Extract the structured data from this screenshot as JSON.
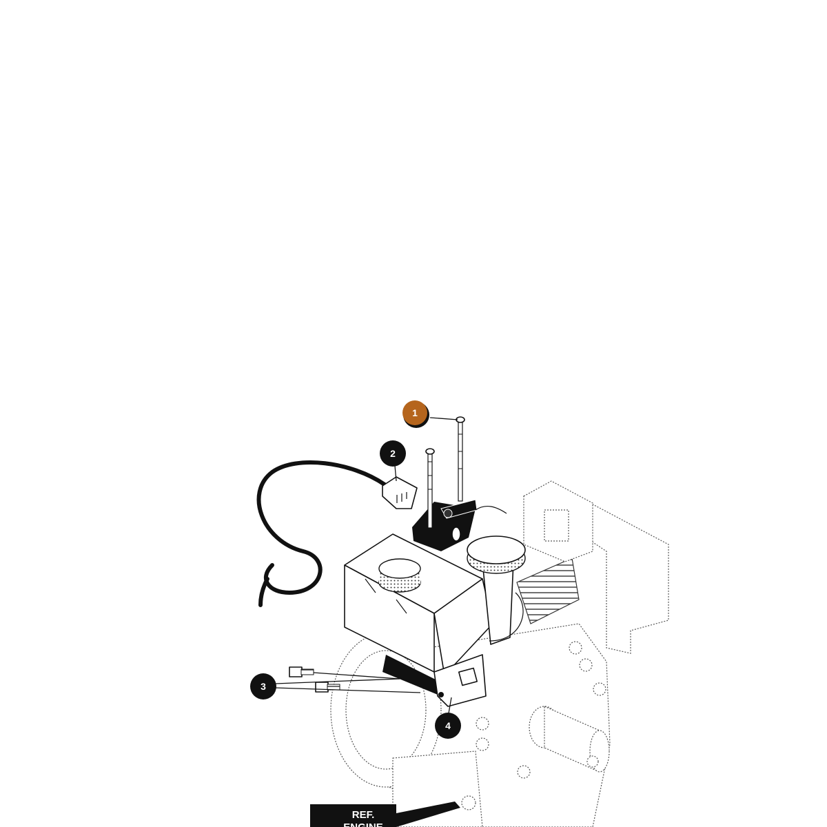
{
  "callouts": [
    {
      "label": "1",
      "highlighted": true
    },
    {
      "label": "2",
      "highlighted": false
    },
    {
      "label": "3",
      "highlighted": false
    },
    {
      "label": "4",
      "highlighted": false
    }
  ],
  "reference_tag": {
    "line1": "REF.",
    "line2": "ENGINE"
  },
  "colors": {
    "callout_fill": "#111111",
    "callout_highlight": "#b5651d",
    "line": "#111111",
    "background": "#ffffff"
  }
}
